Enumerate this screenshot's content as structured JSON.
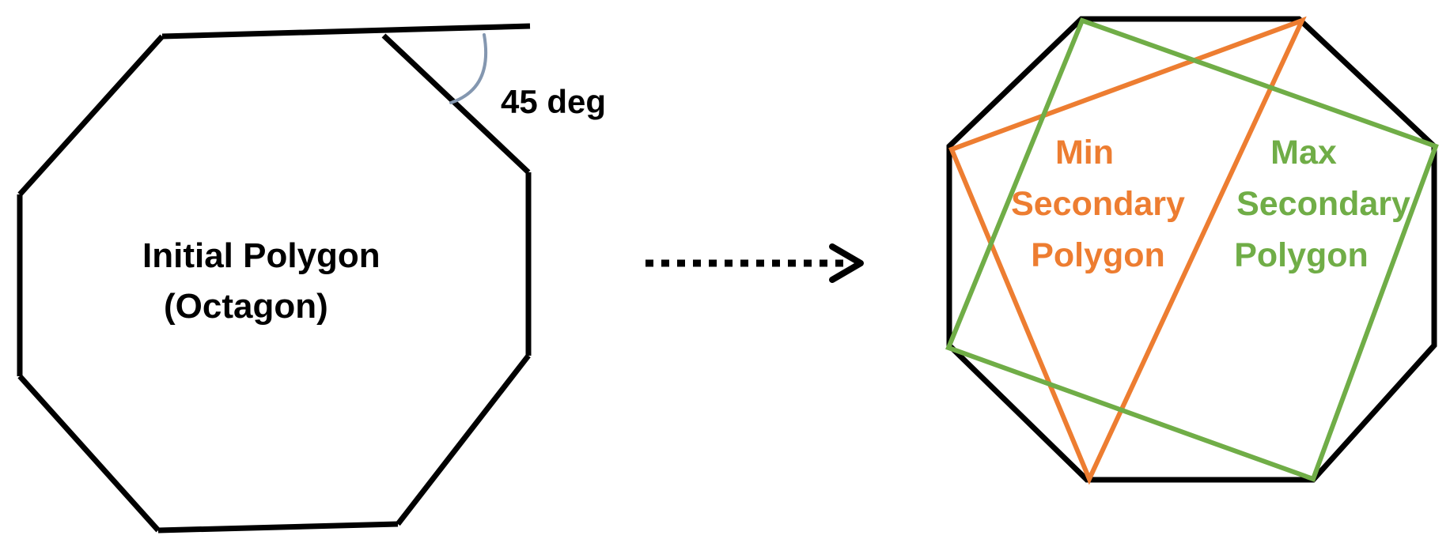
{
  "initial": {
    "title_line1": "Initial Polygon",
    "title_line2": "(Octagon)",
    "angle_label": "45 deg"
  },
  "min_polygon": {
    "line1": "Min",
    "line2": "Secondary",
    "line3": "Polygon"
  },
  "max_polygon": {
    "line1": "Max",
    "line2": "Secondary",
    "line3": "Polygon"
  },
  "colors": {
    "outline": "#000000",
    "min_polygon": "#ED7D31",
    "max_polygon": "#70AD47",
    "angle_arc": "#8497B0"
  }
}
